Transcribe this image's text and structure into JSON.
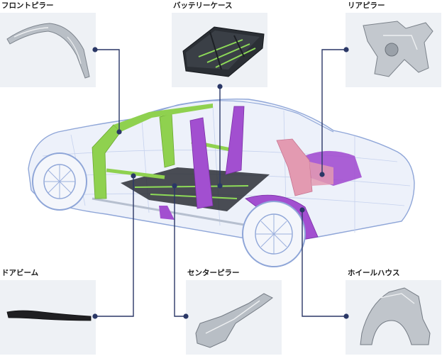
{
  "labels": {
    "front_pillar": "フロントピラー",
    "battery_case": "バッテリーケース",
    "rear_pillar": "リアピラー",
    "door_beam": "ドアビーム",
    "center_pillar": "センターピラー",
    "wheel_house": "ホイールハウス"
  },
  "colors": {
    "pillar_green": "#8fd14f",
    "pillar_purple": "#a24fd0",
    "pillar_pink": "#e39ab1",
    "leader_line": "#2a3766",
    "car_wire": "#8fa6d8",
    "thumb_bg": "#eef1f5"
  }
}
